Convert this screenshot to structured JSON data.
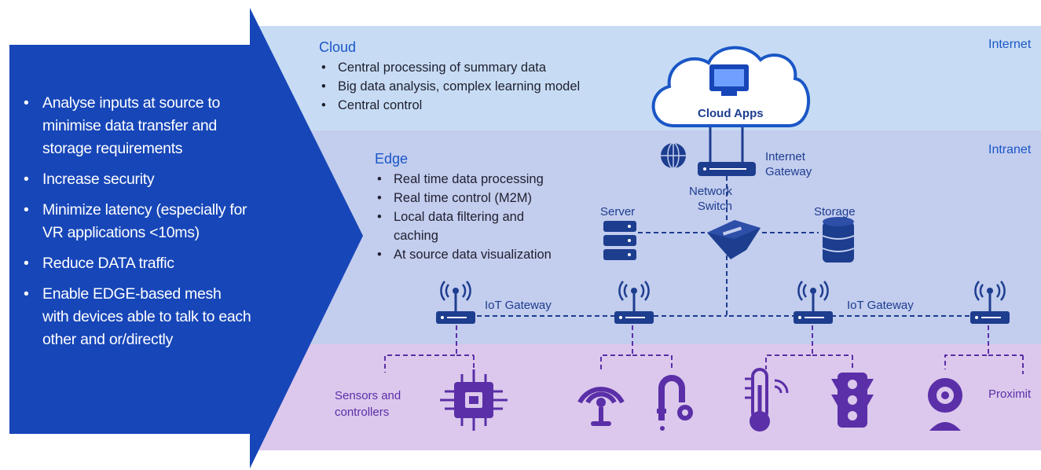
{
  "left_panel": {
    "items": [
      "Analyse inputs at source to minimise data transfer and storage requirements",
      "Increase security",
      "Minimize latency (especially for VR applications <10ms)",
      "Reduce DATA traffic",
      "Enable EDGE-based mesh with devices able to talk to each other and or/directly"
    ]
  },
  "cloud": {
    "title": "Cloud",
    "zone": "Internet",
    "bullets": [
      "Central processing of summary data",
      "Big data analysis, complex learning model",
      "Central control"
    ],
    "apps_label": "Cloud Apps"
  },
  "edge": {
    "title": "Edge",
    "zone": "Intranet",
    "bullets": [
      "Real time data processing",
      "Real time control (M2M)",
      "Local data filtering and caching",
      "At source data visualization"
    ],
    "internet_gateway": "Internet Gateway",
    "network_switch": "Network Switch",
    "server": "Server",
    "storage": "Storage",
    "iot_gateway_1": "IoT Gateway",
    "iot_gateway_2": "IoT Gateway"
  },
  "devices": {
    "sensors_label": "Sensors and controllers",
    "proximity_label": "Proximit"
  },
  "colors": {
    "arrow": "#1746b8",
    "cloud_band": "#c7dcf4",
    "edge_band": "#c3cdee",
    "device_band": "#dcc8ec",
    "network_blue": "#1d3d8f",
    "device_purple": "#5a2fa8"
  }
}
